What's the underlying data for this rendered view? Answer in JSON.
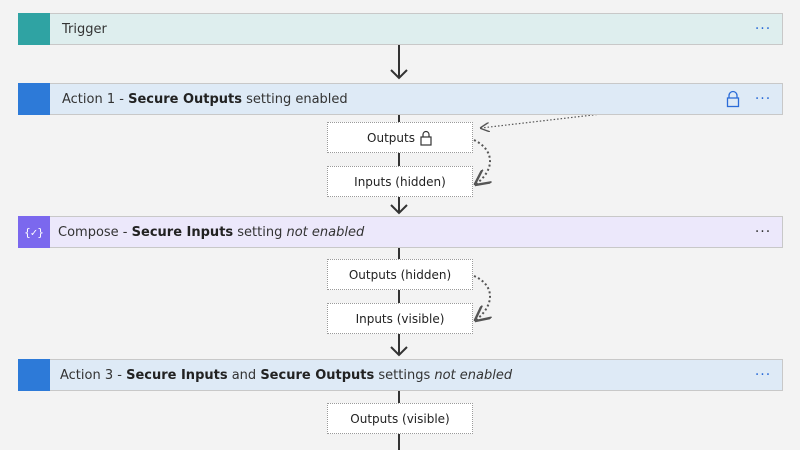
{
  "colors": {
    "trigger_strip": "#2fa3a3",
    "trigger_bg": "#deeeee",
    "action_strip": "#2d7ad8",
    "action_bg": "#deeaf6",
    "compose_strip": "#7b68ee",
    "compose_bg": "#ece8fb",
    "arrow": "#333333",
    "accent": "#2b6cd8"
  },
  "trigger": {
    "title": "Trigger",
    "more": "···"
  },
  "action1": {
    "prefix": "Action 1 - ",
    "bold": "Secure Outputs",
    "suffix": " setting enabled",
    "more": "···",
    "lock_icon": "lock-icon"
  },
  "action1_outputs": {
    "label": "Outputs",
    "icon": "lock-icon"
  },
  "action1_inputs": {
    "label": "Inputs (hidden)"
  },
  "compose": {
    "glyph": "{✓}",
    "prefix": "Compose - ",
    "bold": "Secure Inputs",
    "middle": " setting ",
    "italic": "not enabled",
    "more": "···"
  },
  "compose_outputs": {
    "label": "Outputs (hidden)"
  },
  "compose_inputs": {
    "label": "Inputs (visible)"
  },
  "action3": {
    "prefix": "Action 3 - ",
    "bold1": "Secure Inputs",
    "and": " and ",
    "bold2": "Secure Outputs",
    "middle": " settings ",
    "italic": "not enabled",
    "more": "···"
  },
  "action3_outputs": {
    "label": "Outputs (visible)"
  }
}
